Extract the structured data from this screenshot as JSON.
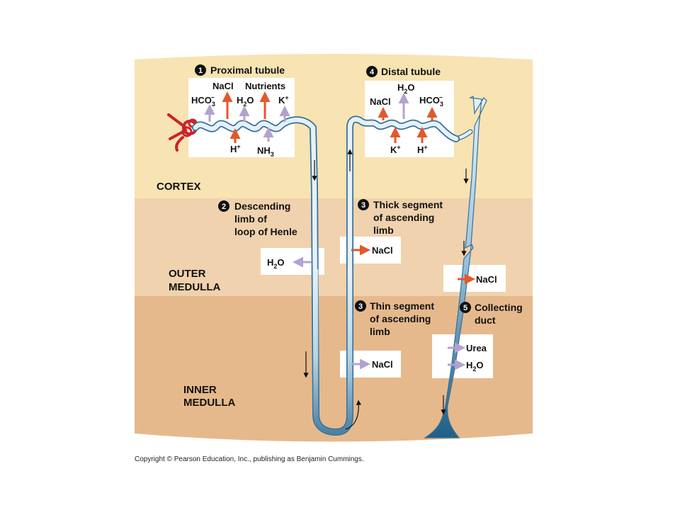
{
  "zones": {
    "cortex": "CORTEX",
    "outer_medulla_1": "OUTER",
    "outer_medulla_2": "MEDULLA",
    "inner_medulla_1": "INNER",
    "inner_medulla_2": "MEDULLA"
  },
  "steps": {
    "s1": {
      "number": "1",
      "title": "Proximal tubule"
    },
    "s2": {
      "number": "2",
      "title_1": "Descending",
      "title_2": "limb of",
      "title_3": "loop of Henle"
    },
    "s3a": {
      "number": "3",
      "title_1": "Thick segment",
      "title_2": "of ascending",
      "title_3": "limb"
    },
    "s3b": {
      "number": "3",
      "title_1": "Thin segment",
      "title_2": "of ascending",
      "title_3": "limb"
    },
    "s4": {
      "number": "4",
      "title": "Distal tubule"
    },
    "s5": {
      "number": "5",
      "title_1": "Collecting",
      "title_2": "duct"
    }
  },
  "proximal": {
    "nacl": "NaCl",
    "nutrients": "Nutrients",
    "hco3": "HCO",
    "hco3_sub": "3",
    "hco3_sup": "–",
    "h2o": "H",
    "h2o_sub": "2",
    "h2o_o": "O",
    "k": "K",
    "k_sup": "+",
    "h": "H",
    "h_sup": "+",
    "nh3": "NH",
    "nh3_sub": "3"
  },
  "distal": {
    "h2o": "H",
    "h2o_sub": "2",
    "h2o_o": "O",
    "nacl": "NaCl",
    "hco3": "HCO",
    "hco3_sub": "3",
    "hco3_sup": "–",
    "k": "K",
    "k_sup": "+",
    "h": "H",
    "h_sup": "+"
  },
  "descending": {
    "h2o": "H",
    "h2o_sub": "2",
    "h2o_o": "O"
  },
  "thick": {
    "nacl": "NaCl"
  },
  "thin": {
    "nacl": "NaCl"
  },
  "collecting": {
    "nacl": "NaCl",
    "urea": "Urea",
    "h2o": "H",
    "h2o_sub": "2",
    "h2o_o": "O"
  },
  "colors": {
    "cortex": "#f8e3b2",
    "outer_medulla": "#f0d2ae",
    "inner_medulla": "#e6b98d",
    "active_arrow": "#e2582a",
    "passive_arrow": "#b3a2d0",
    "tubule_light": "#e4f1fa",
    "tubule_dark": "#2f6f96",
    "blood": "#cc2128"
  },
  "copyright": "Copyright © Pearson Education, Inc., publishing as Benjamin Cummings."
}
